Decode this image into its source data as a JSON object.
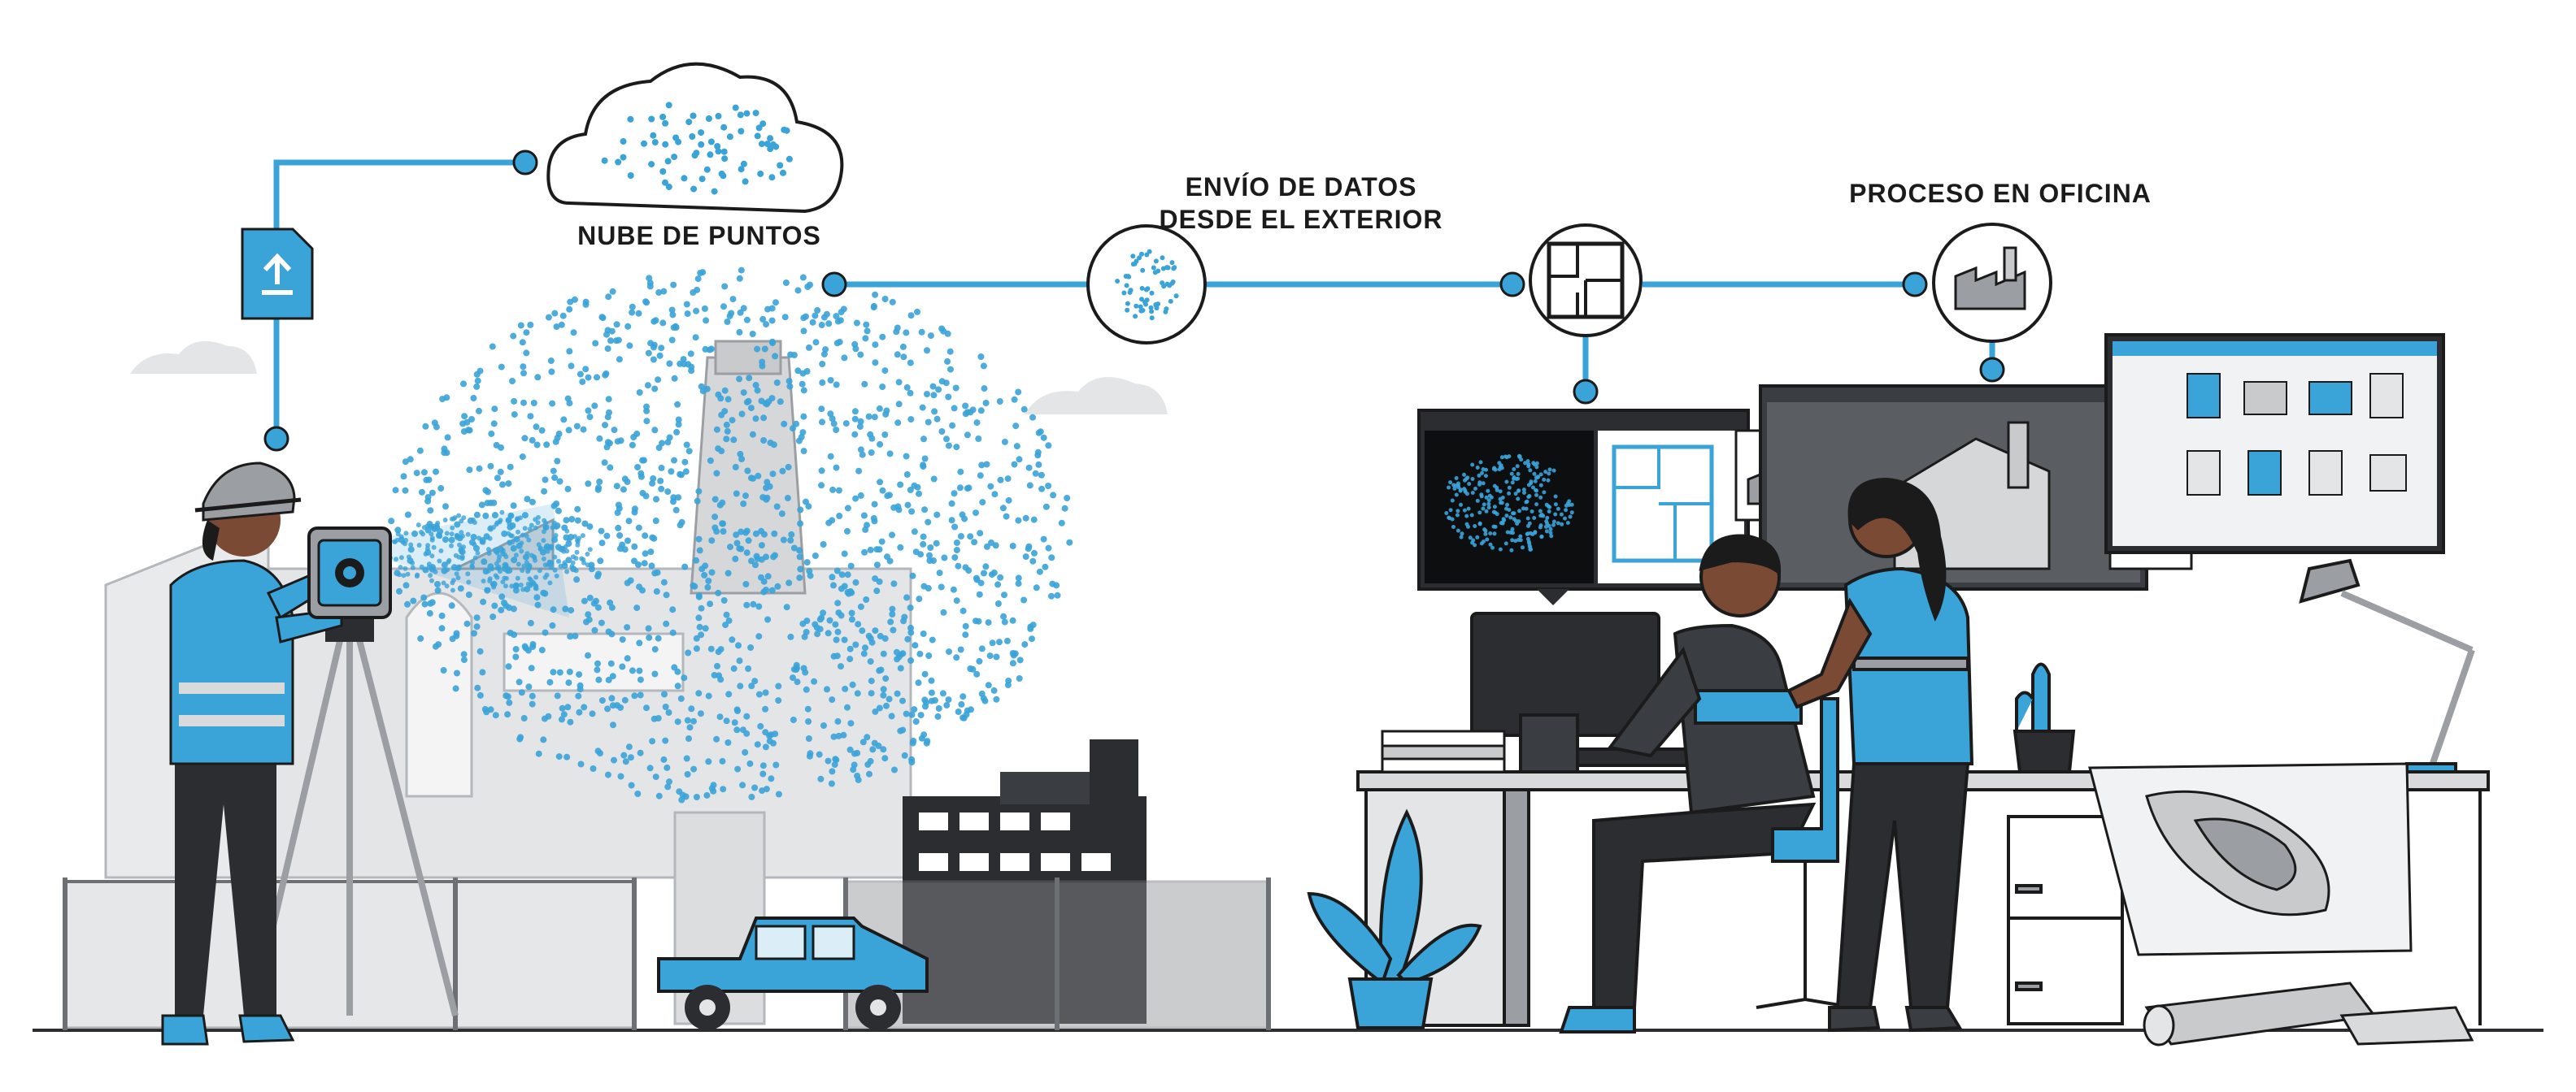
{
  "labels": {
    "point_cloud": "NUBE DE PUNTOS",
    "data_sending_line1": "ENVÍO DE DATOS",
    "data_sending_line2": "DESDE EL EXTERIOR",
    "office_processing": "PROCESO EN OFICINA"
  },
  "colors": {
    "accent": "#3aa3d8",
    "dark": "#2b2d31",
    "grey": "#9b9ea3",
    "light_grey": "#e4e5e7",
    "skin": "#7a4a34",
    "background": "#ffffff"
  },
  "icons": {
    "upload": "upload-file-icon",
    "cloud": "point-cloud-icon",
    "floorplan": "floorplan-icon",
    "factory": "factory-model-icon"
  }
}
